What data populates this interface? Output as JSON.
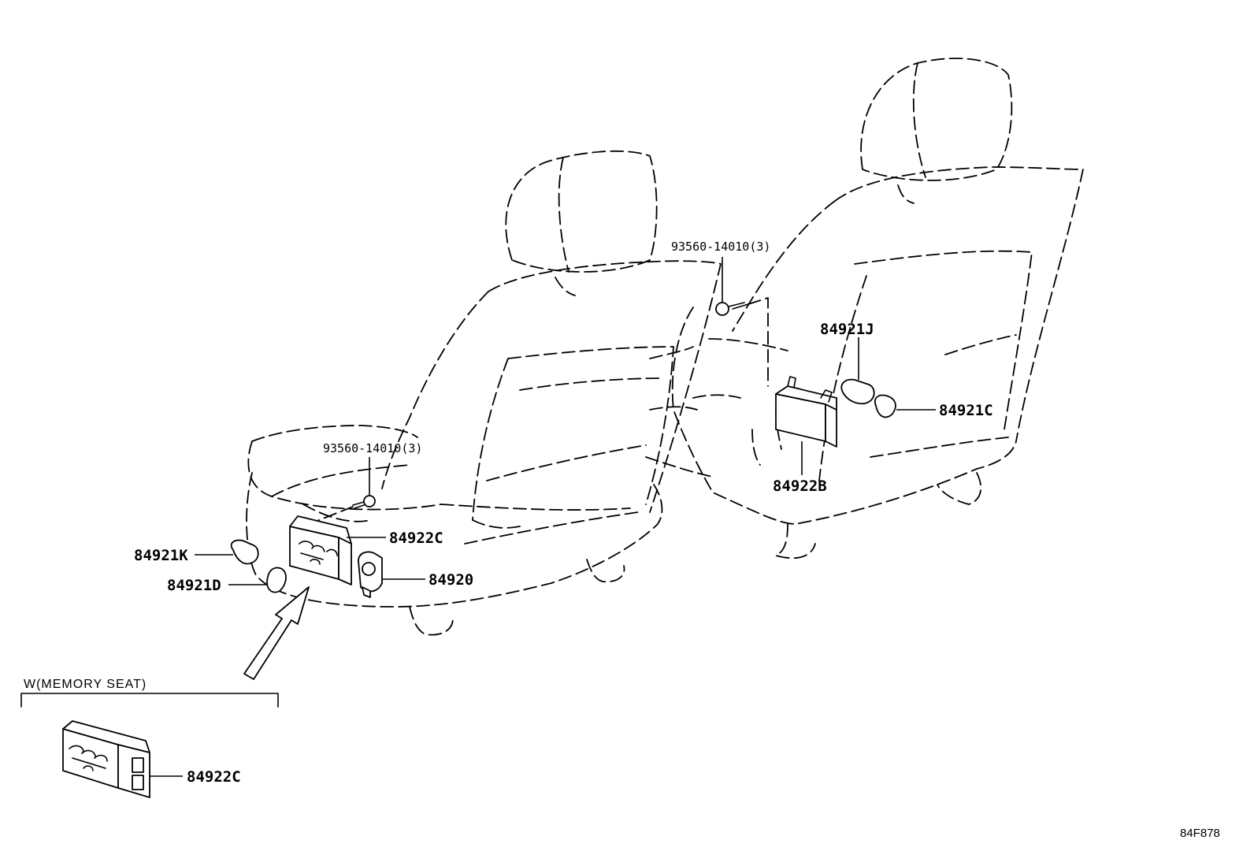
{
  "labels": {
    "screw_rear": "93560-14010(3)",
    "switch_rear_j": "84921J",
    "knob_rear_c": "84921C",
    "base_rear": "84922B",
    "screw_front": "93560-14010(3)",
    "base_front": "84922C",
    "knob_front_k": "84921K",
    "knob_front_d": "84921D",
    "switch_front": "84920",
    "memory_base": "84922C"
  },
  "memory_seat_note": "W(MEMORY SEAT)",
  "diagram_code": "84F878"
}
